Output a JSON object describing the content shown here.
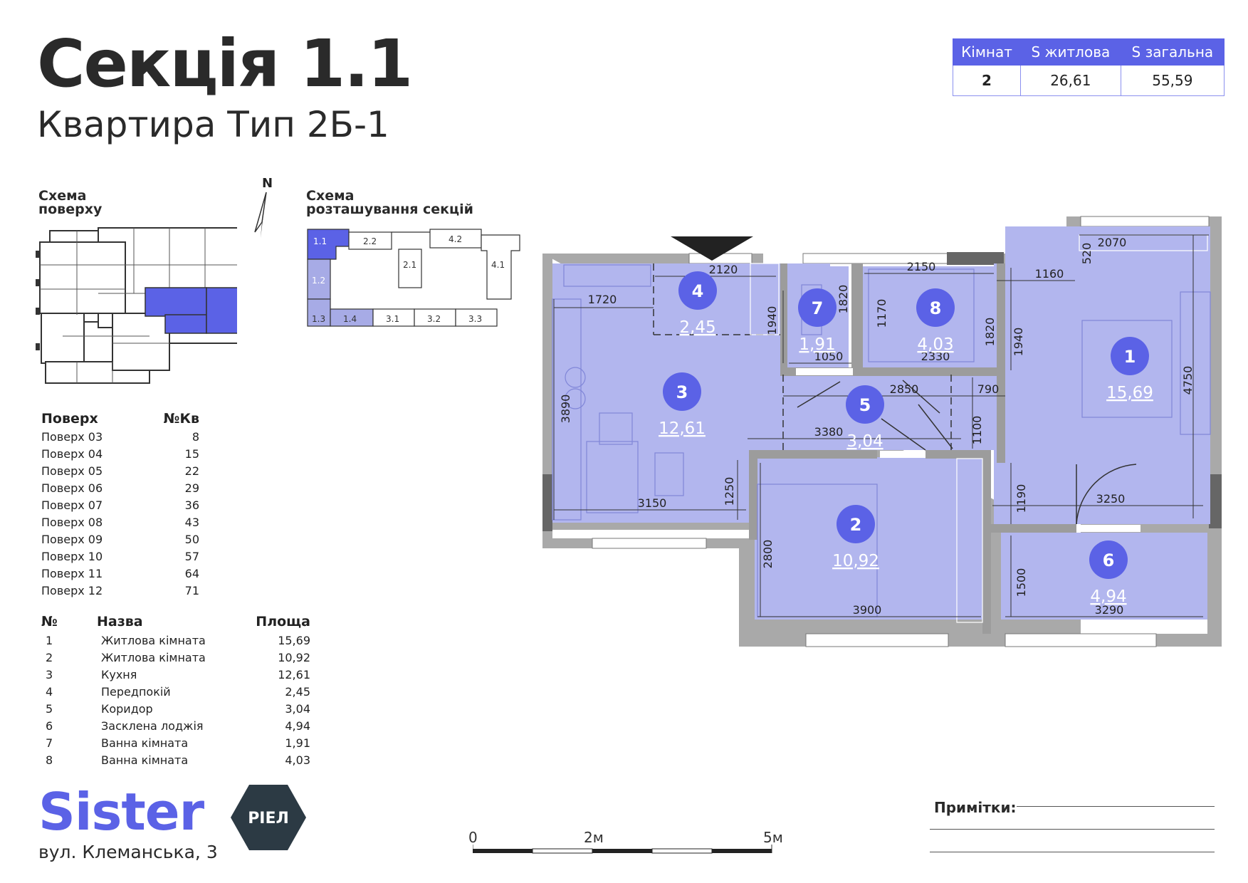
{
  "header": {
    "title": "Секція 1.1",
    "subtitle": "Квартира Тип 2Б-1"
  },
  "summary": {
    "headers": [
      "Кімнат",
      "S житлова",
      "S загальна"
    ],
    "values": [
      "2",
      "26,61",
      "55,59"
    ]
  },
  "floor_scheme": {
    "label_line1": "Схема",
    "label_line2": "поверху",
    "north": "N"
  },
  "sections_scheme": {
    "label_line1": "Схема",
    "label_line2": "розташування секцій",
    "sections": [
      "1.1",
      "2.2",
      "4.2",
      "2.1",
      "4.1",
      "1.2",
      "1.3",
      "1.4",
      "3.1",
      "3.2",
      "3.3"
    ]
  },
  "floors_table": {
    "headers": [
      "Поверх",
      "№Кв"
    ],
    "rows": [
      [
        "Поверх 03",
        "8"
      ],
      [
        "Поверх 04",
        "15"
      ],
      [
        "Поверх 05",
        "22"
      ],
      [
        "Поверх 06",
        "29"
      ],
      [
        "Поверх 07",
        "36"
      ],
      [
        "Поверх 08",
        "43"
      ],
      [
        "Поверх 09",
        "50"
      ],
      [
        "Поверх 10",
        "57"
      ],
      [
        "Поверх 11",
        "64"
      ],
      [
        "Поверх 12",
        "71"
      ]
    ]
  },
  "rooms_table": {
    "headers": [
      "№",
      "Назва",
      "Площа"
    ],
    "rows": [
      [
        "1",
        "Житлова кімната",
        "15,69"
      ],
      [
        "2",
        "Житлова кімната",
        "10,92"
      ],
      [
        "3",
        "Кухня",
        "12,61"
      ],
      [
        "4",
        "Передпокій",
        "2,45"
      ],
      [
        "5",
        "Коридор",
        "3,04"
      ],
      [
        "6",
        "Засклена лоджія",
        "4,94"
      ],
      [
        "7",
        "Ванна кімната",
        "1,91"
      ],
      [
        "8",
        "Ванна кімната",
        "4,03"
      ]
    ]
  },
  "plan": {
    "rooms": [
      {
        "num": "1",
        "area": "15,69"
      },
      {
        "num": "2",
        "area": "10,92"
      },
      {
        "num": "3",
        "area": "12,61"
      },
      {
        "num": "4",
        "area": "2,45"
      },
      {
        "num": "5",
        "area": "3,04"
      },
      {
        "num": "6",
        "area": "4,94"
      },
      {
        "num": "7",
        "area": "1,91"
      },
      {
        "num": "8",
        "area": "4,03"
      }
    ],
    "dimensions": [
      "2120",
      "1720",
      "1940",
      "1820",
      "1050",
      "2150",
      "1170",
      "1820",
      "2330",
      "1160",
      "2070",
      "520",
      "1940",
      "4750",
      "3890",
      "2850",
      "790",
      "1100",
      "3380",
      "1250",
      "3150",
      "2800",
      "3900",
      "1190",
      "3250",
      "1500",
      "3290"
    ]
  },
  "brand": {
    "name": "Sister",
    "badge": "РІЕЛ",
    "address": "вул. Клеманська, 3"
  },
  "notes": {
    "label": "Примітки:"
  },
  "scale": {
    "labels": [
      "0",
      "2м",
      "5м"
    ]
  },
  "colors": {
    "accent": "#5b62e6",
    "room_fill": "#b2b6ee",
    "wall": "#a9a9a9",
    "badge_bg": "#2c3a44",
    "text": "#222222"
  }
}
